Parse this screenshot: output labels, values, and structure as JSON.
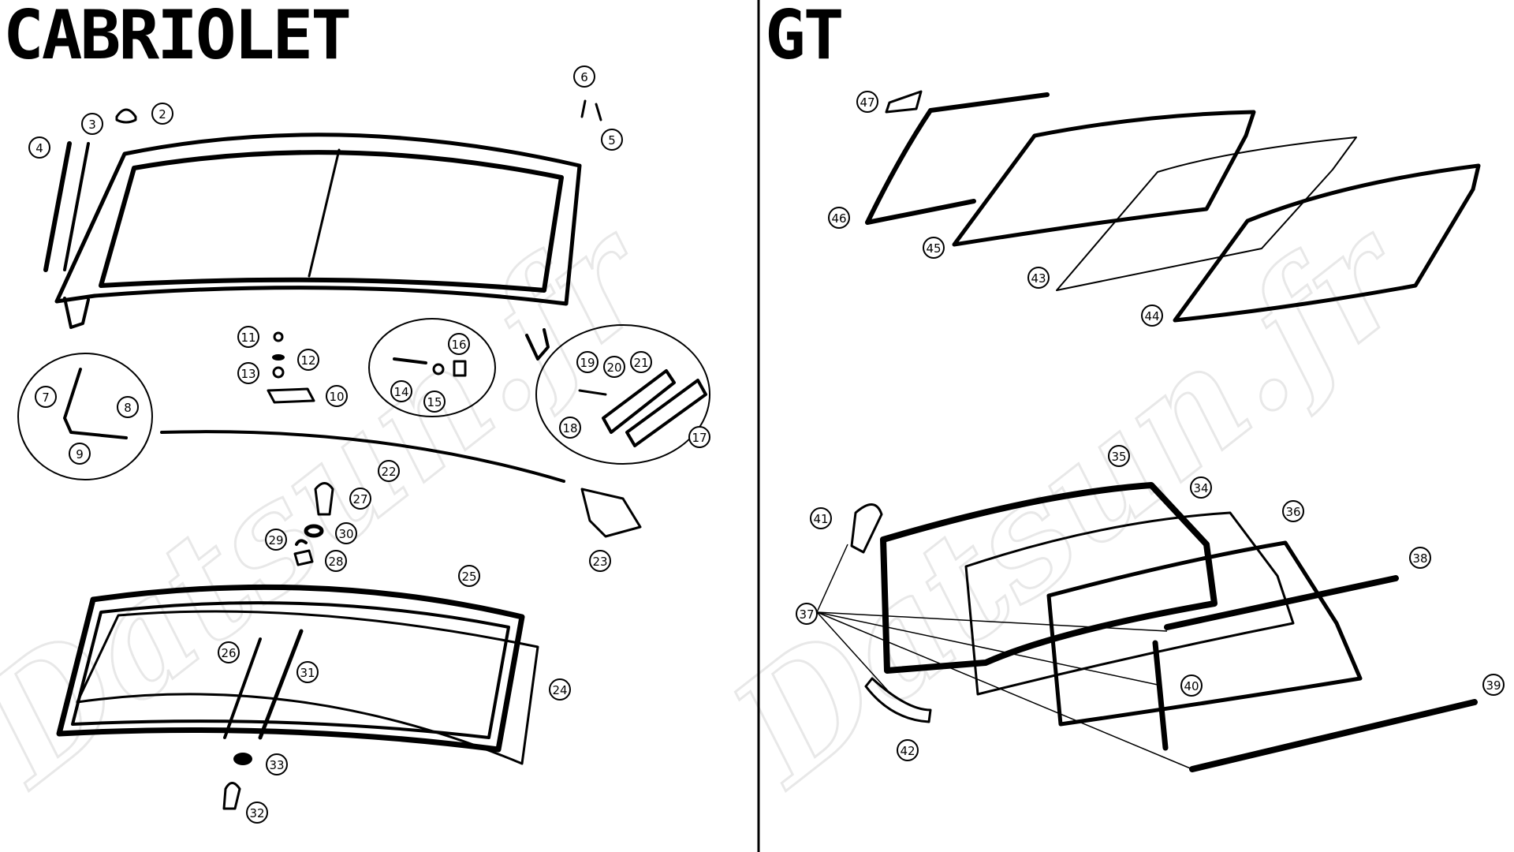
{
  "sections": {
    "left_title": "CABRIOLET",
    "right_title": "GT"
  },
  "watermark": "Datsun.fr",
  "callouts": [
    "2",
    "3",
    "4",
    "5",
    "6",
    "7",
    "8",
    "9",
    "10",
    "11",
    "12",
    "13",
    "14",
    "15",
    "16",
    "17",
    "18",
    "19",
    "20",
    "21",
    "22",
    "23",
    "24",
    "25",
    "26",
    "27",
    "28",
    "29",
    "30",
    "31",
    "32",
    "33",
    "34",
    "35",
    "36",
    "37",
    "38",
    "39",
    "40",
    "41",
    "42",
    "43",
    "44",
    "45",
    "46",
    "47"
  ]
}
